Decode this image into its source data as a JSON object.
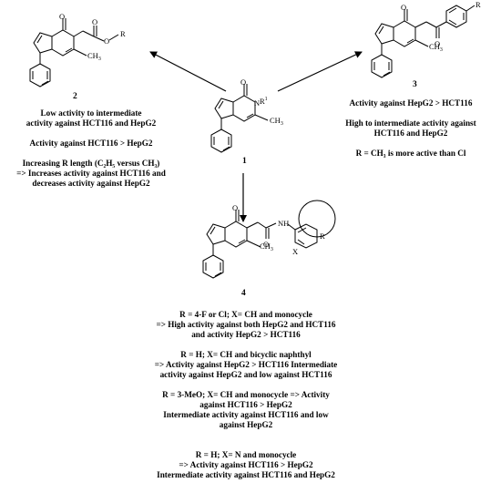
{
  "compounds": {
    "c1": {
      "label": "1"
    },
    "c2": {
      "label": "2"
    },
    "c3": {
      "label": "3"
    },
    "c4": {
      "label": "4"
    }
  },
  "atoms": {
    "O": "O",
    "N": "N",
    "R1": "R",
    "R1_sup": "1",
    "CH3": "CH",
    "CH3_sub": "3",
    "R": "R",
    "NH": "NH",
    "X": "X"
  },
  "notes": {
    "c2": [
      "Low activity to intermediate",
      "activity against HCT116 and HepG2",
      "",
      "Activity against HCT116 > HepG2",
      "",
      "Increasing R length (C₂H₅ versus CH₃)",
      "=> Increases activity against HCT116 and",
      "decreases activity against HepG2"
    ],
    "c3": [
      "Activity against HepG2 > HCT116",
      "",
      "High to intermediate activity against",
      "HCT116 and HepG2",
      "",
      "R = CH₃ is more active than Cl"
    ],
    "c4": [
      "R = 4-F or Cl; X= CH and monocycle",
      "=> High activity against both HepG2 and HCT116",
      "and activity HepG2 > HCT116",
      "",
      "R = H; X= CH and bicyclic naphthyl",
      "=> Activity against HepG2 > HCT116 Intermediate",
      "activity against HepG2 and low against HCT116",
      "",
      "R =  3-MeO; X= CH and monocycle => Activity",
      "against HCT116 > HepG2",
      "Intermediate activity against HCT116 and low",
      "against HepG2",
      "",
      "",
      "R = H; X= N and monocycle",
      "=> Activity against HCT116 > HepG2",
      "Intermediate activity against  HCT116 and HepG2"
    ]
  }
}
